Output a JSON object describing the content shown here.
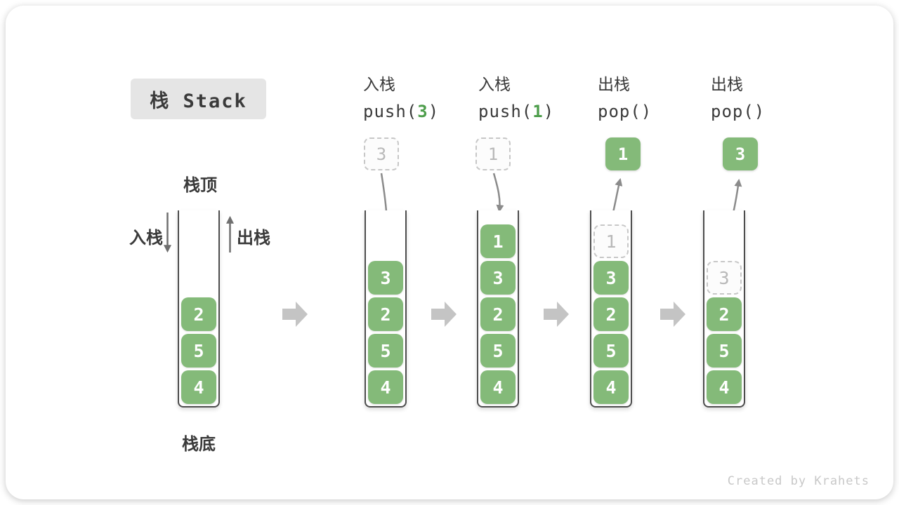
{
  "title": {
    "label": "栈 Stack"
  },
  "labels": {
    "top": "栈顶",
    "bottom": "栈底",
    "push": "入栈",
    "pop": "出栈"
  },
  "watermark": "Created by Krahets",
  "colors": {
    "cell_green": "#84BA79",
    "code_arg_green": "#4E9E4C",
    "container_border": "#4D4D4D",
    "step_arrow_gray": "#C4C4C4",
    "flow_arrow_gray": "#8B8B8B",
    "direction_arrow_gray": "#6F6F6F",
    "ghost_border_gray": "#C7C7C7",
    "title_box_bg": "#E5E5E5"
  },
  "steps": [
    {
      "stack": [
        {
          "value": "2"
        },
        {
          "value": "5"
        },
        {
          "value": "4"
        }
      ]
    },
    {
      "header": {
        "op": "入栈",
        "code_pre": "push(",
        "code_arg": "3",
        "code_post": ")"
      },
      "floating": {
        "style": "dashed",
        "value": "3"
      },
      "stack": [
        {
          "value": "3"
        },
        {
          "value": "2"
        },
        {
          "value": "5"
        },
        {
          "value": "4"
        }
      ]
    },
    {
      "header": {
        "op": "入栈",
        "code_pre": "push(",
        "code_arg": "1",
        "code_post": ")"
      },
      "floating": {
        "style": "dashed",
        "value": "1"
      },
      "stack": [
        {
          "value": "1"
        },
        {
          "value": "3"
        },
        {
          "value": "2"
        },
        {
          "value": "5"
        },
        {
          "value": "4"
        }
      ]
    },
    {
      "header": {
        "op": "出栈",
        "code_pre": "pop(",
        "code_arg": "",
        "code_post": ")"
      },
      "floating": {
        "style": "green",
        "value": "1"
      },
      "stack": [
        {
          "value": "1",
          "ghost": true
        },
        {
          "value": "3"
        },
        {
          "value": "2"
        },
        {
          "value": "5"
        },
        {
          "value": "4"
        }
      ]
    },
    {
      "header": {
        "op": "出栈",
        "code_pre": "pop(",
        "code_arg": "",
        "code_post": ")"
      },
      "floating": {
        "style": "green",
        "value": "3"
      },
      "stack": [
        {
          "value": "3",
          "ghost": true
        },
        {
          "value": "2"
        },
        {
          "value": "5"
        },
        {
          "value": "4"
        }
      ]
    }
  ]
}
